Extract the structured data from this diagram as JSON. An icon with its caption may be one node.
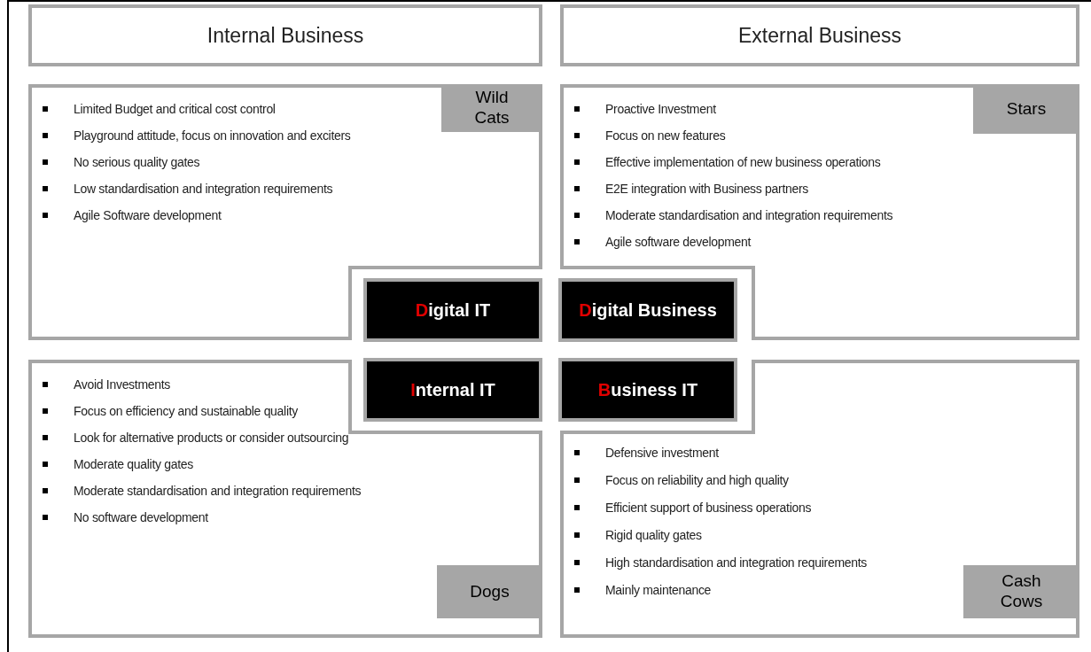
{
  "diagram": {
    "nodes": [
      {
        "text": [
          "Internal Business"
        ]
      },
      {
        "text": [
          "External Business"
        ]
      },
      {
        "text": [
          "Limited Budget and critical cost control",
          "Playground attitude, focus on innovation and exciters",
          "No serious quality gates",
          "Low standardisation and integration requirements",
          "Agile Software development"
        ]
      },
      {
        "text": [
          "Wild Cats"
        ],
        "in": 2
      },
      {
        "text": [
          "Proactive Investment",
          "Focus on new features",
          "Effective implementation of new business operations",
          "E2E integration with Business partners",
          "Moderate standardisation and integration requirements",
          "Agile software development"
        ]
      },
      {
        "text": [
          "Stars"
        ],
        "in": 4
      },
      {
        "text": [
          "Avoid Investments",
          "Focus on efficiency and sustainable quality",
          "Look for alternative products or consider outsourcing",
          "Moderate quality gates",
          "Moderate standardisation and integration requirements",
          "No software development"
        ]
      },
      {
        "text": [
          "Dogs"
        ],
        "in": 6
      },
      {
        "text": [
          "Defensive investment",
          "Focus on reliability and high quality",
          "Efficient support of business operations",
          "Rigid quality gates",
          "High standardisation and integration requirements",
          "Mainly maintenance"
        ]
      },
      {
        "text": [
          "Cash Cows"
        ],
        "in": 8
      },
      {
        "text": [
          "Digital IT"
        ]
      },
      {
        "text": [
          "Digital Business"
        ]
      },
      {
        "text": [
          "Internal IT"
        ]
      },
      {
        "text": [
          "Business IT"
        ]
      }
    ],
    "edges": []
  }
}
